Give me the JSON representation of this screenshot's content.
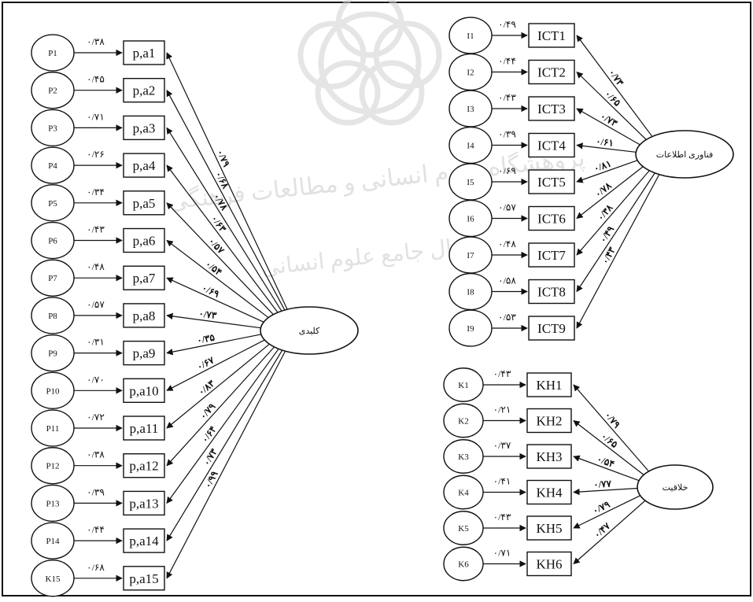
{
  "colors": {
    "stroke": "#111111",
    "background": "#ffffff",
    "watermark": "#d9d9d9"
  },
  "left_model": {
    "latent": {
      "label": "کلیدی"
    },
    "indicators": [
      {
        "err": "P1",
        "box": "p,a1",
        "err_coef": "۰/۳۸",
        "load": "۰/۷۹"
      },
      {
        "err": "P2",
        "box": "p,a2",
        "err_coef": "۰/۴۵",
        "load": "۰/۶۸"
      },
      {
        "err": "P3",
        "box": "p,a3",
        "err_coef": "۰/۷۱",
        "load": "۰/۷۸"
      },
      {
        "err": "P4",
        "box": "p,a4",
        "err_coef": "۰/۲۶",
        "load": "۰/۶۳"
      },
      {
        "err": "P5",
        "box": "p,a5",
        "err_coef": "۰/۳۴",
        "load": "۰/۵۷"
      },
      {
        "err": "P6",
        "box": "p,a6",
        "err_coef": "۰/۴۳",
        "load": "۰/۵۴"
      },
      {
        "err": "P7",
        "box": "p,a7",
        "err_coef": "۰/۴۸",
        "load": "۰/۶۹"
      },
      {
        "err": "P8",
        "box": "p,a8",
        "err_coef": "۰/۵۷",
        "load": "۰/۷۳"
      },
      {
        "err": "P9",
        "box": "p,a9",
        "err_coef": "۰/۳۱",
        "load": "۰/۳۵"
      },
      {
        "err": "P10",
        "box": "p,a10",
        "err_coef": "۰/۷۰",
        "load": "۰/۶۷"
      },
      {
        "err": "P11",
        "box": "p,a11",
        "err_coef": "۰/۷۲",
        "load": "۰/۸۳"
      },
      {
        "err": "P12",
        "box": "p,a12",
        "err_coef": "۰/۳۸",
        "load": "۰/۷۹"
      },
      {
        "err": "P13",
        "box": "p,a13",
        "err_coef": "۰/۳۹",
        "load": "۰/۶۴"
      },
      {
        "err": "P14",
        "box": "p,a14",
        "err_coef": "۰/۴۴",
        "load": "۰/۷۳"
      },
      {
        "err": "K15",
        "box": "p,a15",
        "err_coef": "۰/۶۸",
        "load": "۰/۹۹"
      }
    ]
  },
  "right_top_model": {
    "latent": {
      "label": "فناوری اطلاعات"
    },
    "indicators": [
      {
        "err": "I1",
        "box": "ICT1",
        "err_coef": "۰/۴۹",
        "load": "۰/۷۳"
      },
      {
        "err": "I2",
        "box": "ICT2",
        "err_coef": "۰/۴۴",
        "load": "۰/۶۵"
      },
      {
        "err": "I3",
        "box": "ICT3",
        "err_coef": "۰/۴۳",
        "load": "۰/۷۳"
      },
      {
        "err": "I4",
        "box": "ICT4",
        "err_coef": "۰/۳۹",
        "load": "۰/۶۱"
      },
      {
        "err": "I5",
        "box": "ICT5",
        "err_coef": "۰/۶۹",
        "load": "۰/۸۱"
      },
      {
        "err": "I6",
        "box": "ICT6",
        "err_coef": "۰/۵۷",
        "load": "۰/۷۸"
      },
      {
        "err": "I7",
        "box": "ICT7",
        "err_coef": "۰/۴۸",
        "load": "۰/۳۸"
      },
      {
        "err": "I8",
        "box": "ICT8",
        "err_coef": "۰/۵۸",
        "load": "۰/۴۹"
      },
      {
        "err": "I9",
        "box": "ICT9",
        "err_coef": "۰/۵۳",
        "load": "۰/۴۳"
      }
    ]
  },
  "right_bottom_model": {
    "latent": {
      "label": "خلاقیت"
    },
    "indicators": [
      {
        "err": "K1",
        "box": "KH1",
        "err_coef": "۰/۴۳",
        "load": "۰/۷۹"
      },
      {
        "err": "K2",
        "box": "KH2",
        "err_coef": "۰/۲۱",
        "load": "۰/۶۵"
      },
      {
        "err": "K3",
        "box": "KH3",
        "err_coef": "۰/۳۷",
        "load": "۰/۵۴"
      },
      {
        "err": "K4",
        "box": "KH4",
        "err_coef": "۰/۴۱",
        "load": "۰/۷۷"
      },
      {
        "err": "K5",
        "box": "KH5",
        "err_coef": "۰/۴۳",
        "load": "۰/۷۹"
      },
      {
        "err": "K6",
        "box": "KH6",
        "err_coef": "۰/۷۱",
        "load": "۰/۴۷"
      }
    ]
  },
  "watermark": {
    "line1": "پژوهشگاه علوم انسانی و مطالعات فرهنگی",
    "line2": "پرتال جامع علوم انسانی"
  }
}
